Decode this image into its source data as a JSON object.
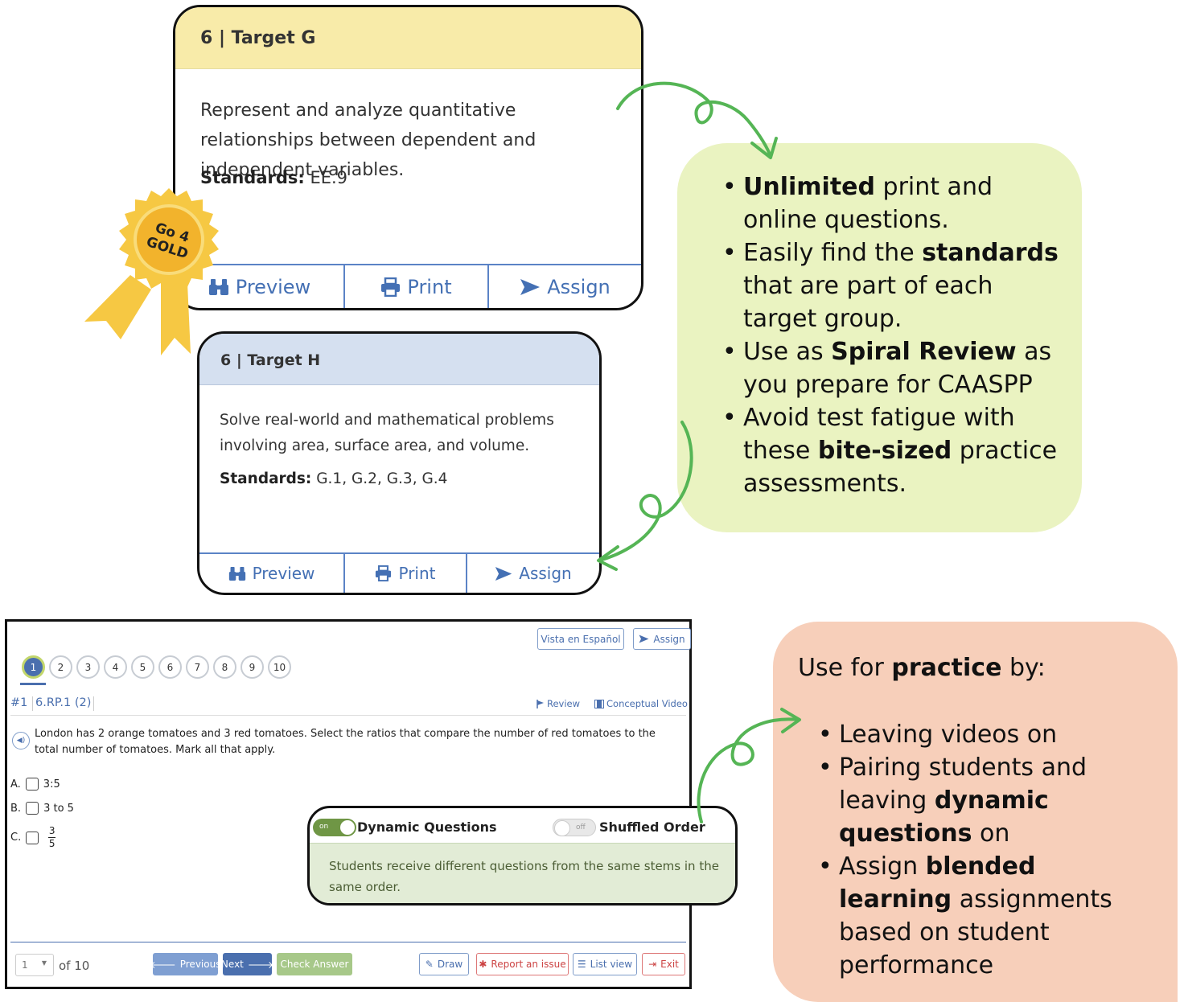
{
  "card_g": {
    "title": "6 | Target G",
    "description": "Represent and analyze quantitative relationships between dependent and independent variables.",
    "standards_label": "Standards:",
    "standards_value": "EE.9",
    "buttons": {
      "preview": "Preview",
      "print": "Print",
      "assign": "Assign"
    }
  },
  "badge": {
    "text_line1": "Go 4",
    "text_line2": "GOLD"
  },
  "card_h": {
    "title": "6 | Target H",
    "description": "Solve real-world and mathematical problems involving area, surface area, and volume.",
    "standards_label": "Standards:",
    "standards_value": "G.1, G.2, G.3, G.4",
    "buttons": {
      "preview": "Preview",
      "print": "Print",
      "assign": "Assign"
    }
  },
  "green_callout": {
    "items": [
      {
        "bold": "Unlimited",
        "rest": " print and online  questions."
      },
      {
        "pre": "Easily find the ",
        "bold": "standards",
        "rest": " that are part of each target group."
      },
      {
        "pre": "Use as ",
        "bold": "Spiral Review",
        "rest": " as you prepare for CAASPP"
      },
      {
        "pre": "Avoid test fatigue with these ",
        "bold": "bite-sized",
        "rest": " practice assessments."
      }
    ]
  },
  "orange_callout": {
    "intro_pre": "Use for ",
    "intro_bold": "practice",
    "intro_rest": " by:",
    "items": [
      {
        "pre": "Leaving videos on",
        "bold": "",
        "rest": ""
      },
      {
        "pre": "Pairing students and leaving ",
        "bold": "dynamic questions",
        "rest": " on"
      },
      {
        "pre": "Assign ",
        "bold": "blended learning",
        "rest": " assignments based on student performance"
      }
    ]
  },
  "quiz": {
    "top_buttons": {
      "spanish": "Vista en Español",
      "assign": "Assign"
    },
    "question_numbers": [
      "1",
      "2",
      "3",
      "4",
      "5",
      "6",
      "7",
      "8",
      "9",
      "10"
    ],
    "question_id": "#1",
    "standard": "6.RP.1 (2)",
    "review": "Review",
    "video": "Conceptual Video",
    "question_text": "London has 2 orange tomatoes and 3 red tomatoes. Select the ratios that compare the number of red tomatoes to the total number of tomatoes. Mark all that apply.",
    "options": [
      {
        "letter": "A.",
        "text": "3:5"
      },
      {
        "letter": "B.",
        "text": "3 to 5"
      },
      {
        "letter": "C.",
        "num": "3",
        "den": "5"
      }
    ],
    "page_select": "1",
    "of_total": "of 10",
    "nav": {
      "previous": "Previous",
      "next": "Next",
      "check": "Check Answer"
    },
    "tools": {
      "draw": "Draw",
      "report": "Report an issue",
      "list": "List view",
      "exit": "Exit"
    }
  },
  "dynamic_panel": {
    "toggle_on": "on",
    "label_dynamic": "Dynamic Questions",
    "toggle_off": "off",
    "label_shuffled": "Shuffled Order",
    "description": "Students receive different questions from the same stems in the same order."
  },
  "colors": {
    "accent_blue": "#4a6fae",
    "green_callout": "#eaf3c1",
    "orange_callout": "#f7cfba",
    "arrow_green": "#55b555"
  }
}
